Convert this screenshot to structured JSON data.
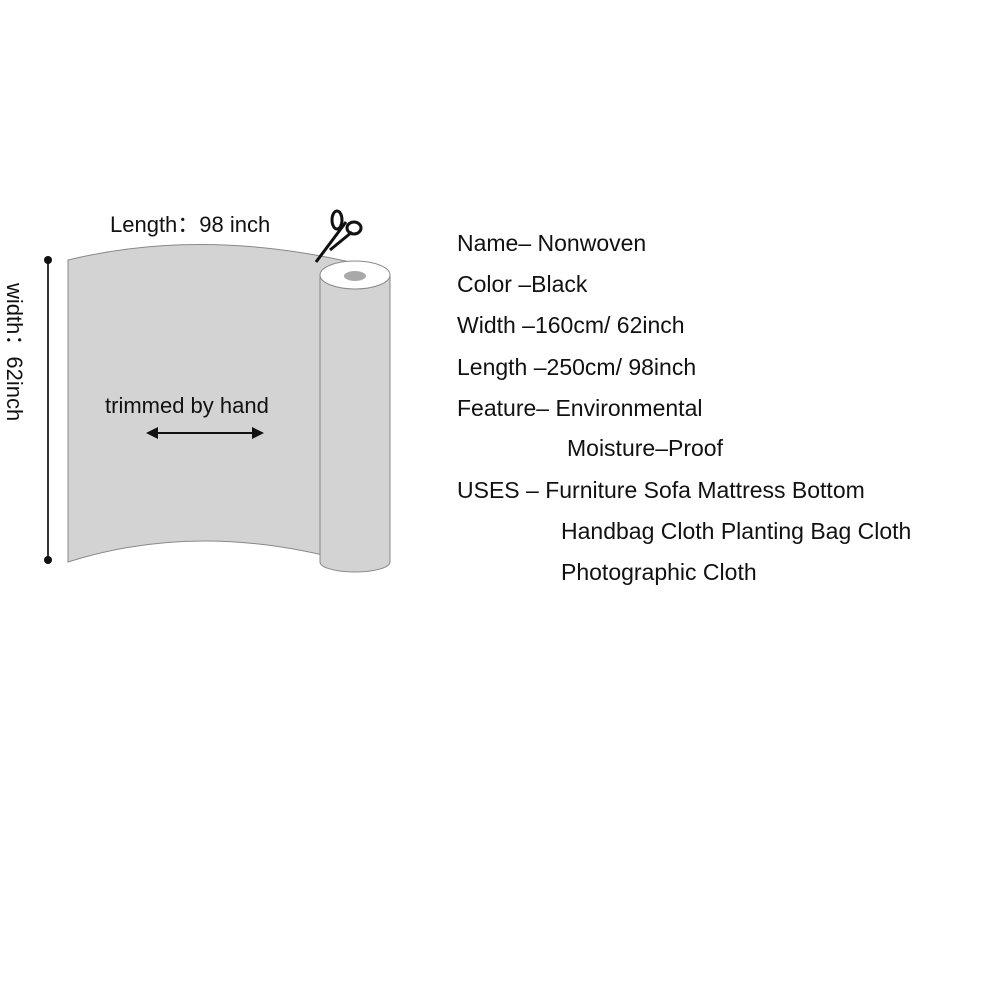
{
  "diagram": {
    "length_label": "Length：98 inch",
    "width_label": "width：62inch",
    "trim_label": "trimmed by hand",
    "sheet_color": "#d3d3d3",
    "core_color": "#a9a9a9"
  },
  "specs": [
    "Name– Nonwoven",
    "Color –Black",
    "Width –160cm/ 62inch",
    "Length –250cm/ 98inch",
    "Feature– Environmental",
    "Moisture–Proof",
    "USES –  Furniture Sofa Mattress Bottom",
    "Handbag Cloth Planting Bag Cloth",
    "Photographic Cloth"
  ]
}
